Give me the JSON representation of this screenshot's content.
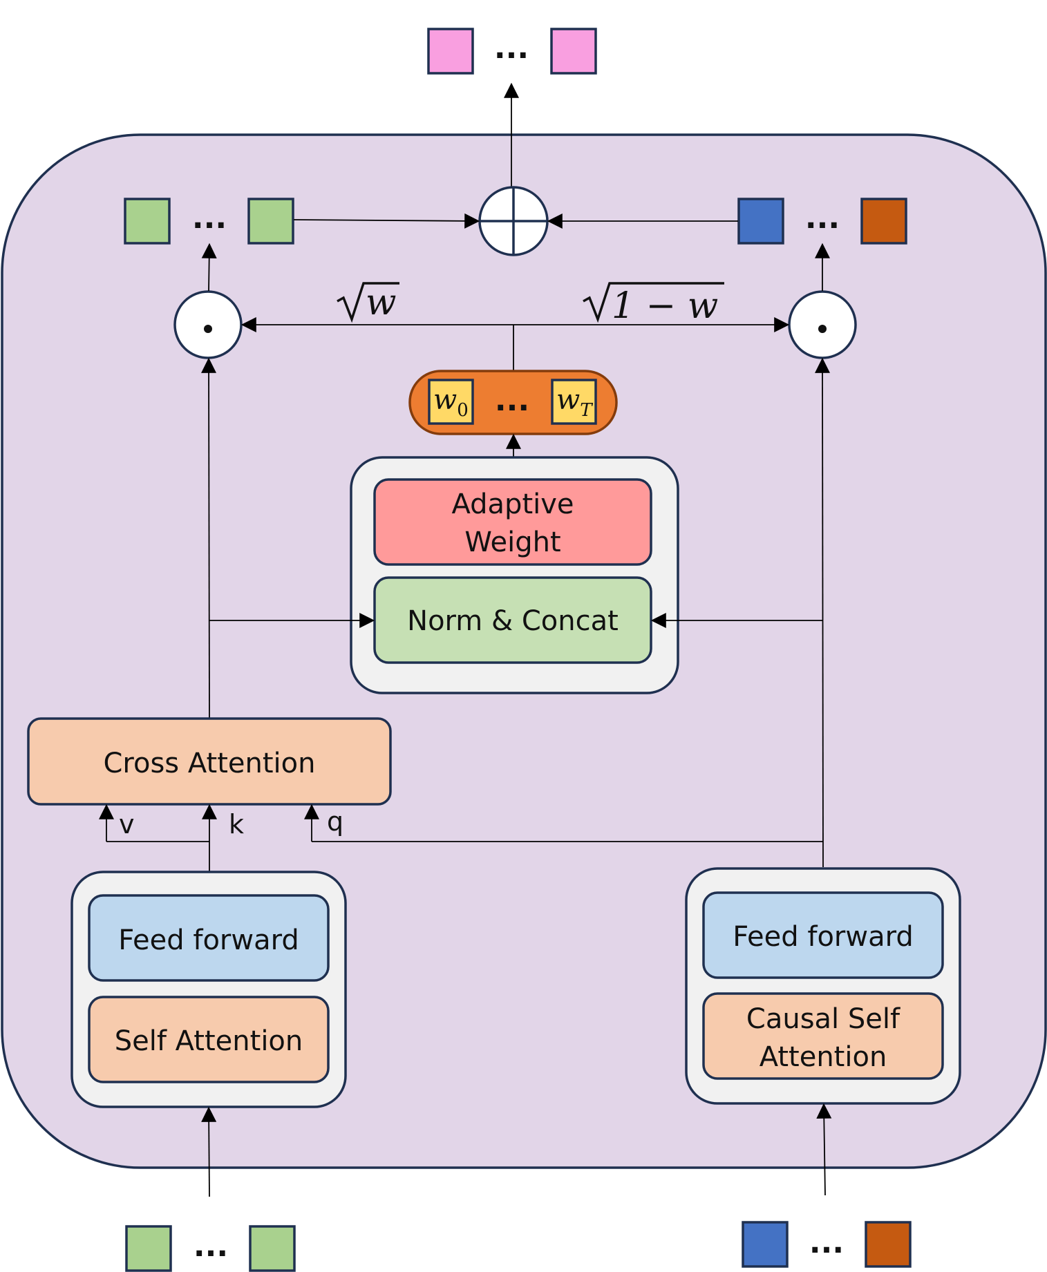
{
  "colors": {
    "outer_fill": "#e2d5e8",
    "stroke": "#1f3050",
    "panel_fill": "#f1f1f1",
    "attention_fill": "#f7cbad",
    "feed_forward_fill": "#bdd7ee",
    "norm_concat_fill": "#c6e0b4",
    "adaptive_weight_fill": "#ff9a9a",
    "weight_capsule_fill": "#ed7d31",
    "weight_cell_fill": "#ffd966",
    "token_green": "#a9d18e",
    "token_blue": "#4472c4",
    "token_orange": "#c55a11",
    "token_pink": "#f99fe0"
  },
  "ellipsis": "...",
  "blocks": {
    "cross_attention": "Cross Attention",
    "adaptive_weight_line1": "Adaptive",
    "adaptive_weight_line2": "Weight",
    "norm_concat": "Norm & Concat",
    "left_feed_forward": "Feed forward",
    "left_self_attention": "Self Attention",
    "right_feed_forward": "Feed forward",
    "right_causal_line1": "Causal Self",
    "right_causal_line2": "Attention"
  },
  "labels": {
    "v": "v",
    "k": "k",
    "q": "q",
    "sqrt_w": "w",
    "sqrt_one_minus_w": "1 − w",
    "w0_base": "w",
    "w0_sub": "0",
    "wT_base": "w",
    "wT_sub": "T",
    "dot": "·"
  },
  "icons": {
    "sum": "circled-plus-icon",
    "multiply": "dot-product-icon",
    "sqrt": "square-root-symbol"
  }
}
